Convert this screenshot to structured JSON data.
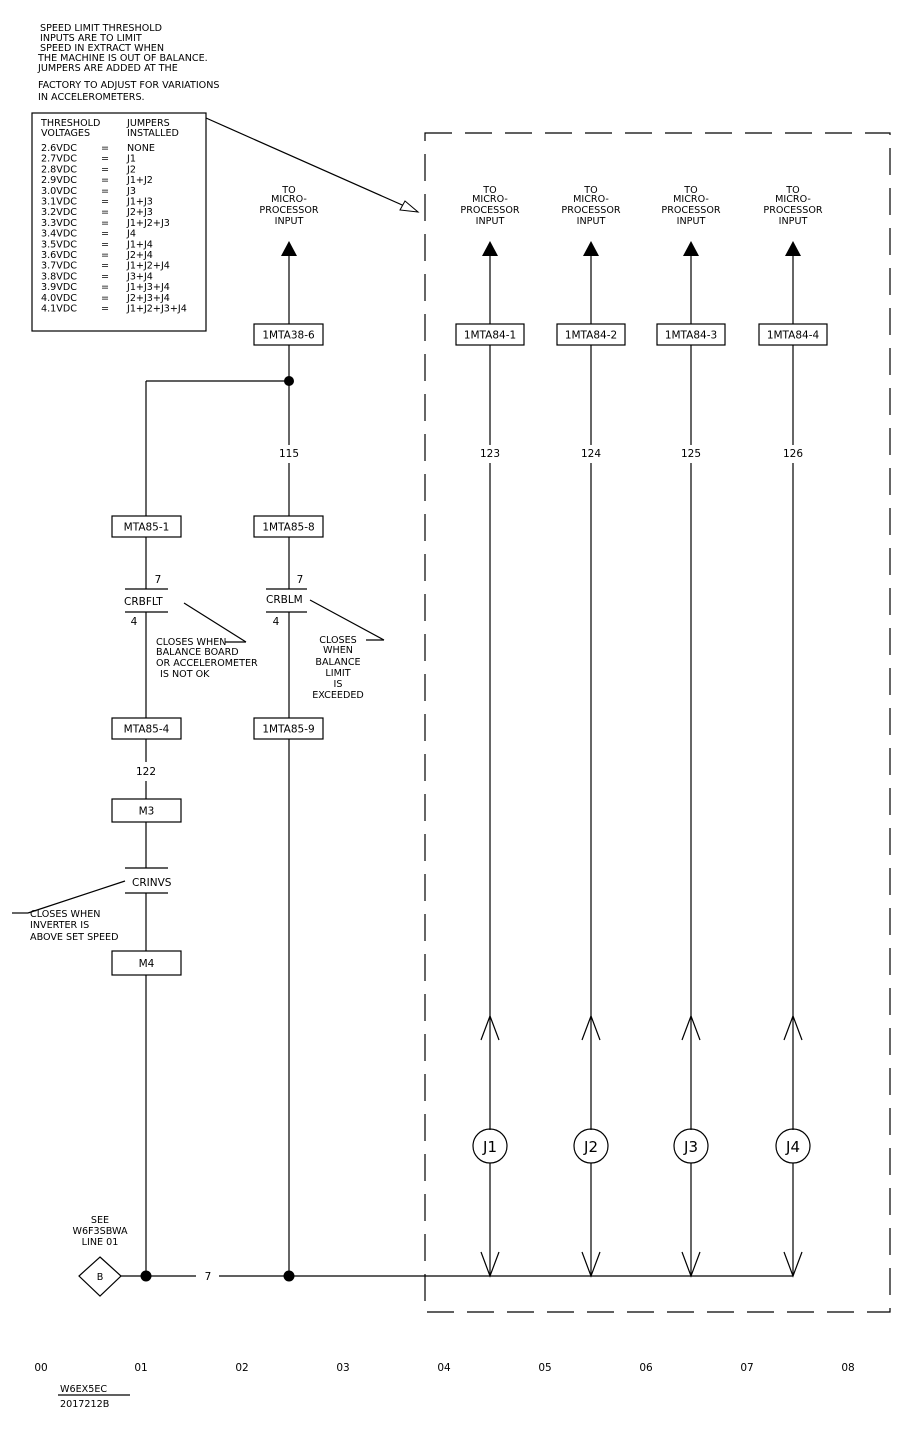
{
  "header_note": [
    "SPEED LIMIT THRESHOLD",
    "INPUTS ARE TO LIMIT",
    "SPEED IN EXTRACT WHEN",
    "THE MACHINE IS OUT OF BALANCE.",
    "JUMPERS ARE ADDED AT THE",
    "FACTORY TO ADJUST FOR VARIATIONS",
    "IN ACCELEROMETERS."
  ],
  "threshold_table": {
    "header_voltage": [
      "THRESHOLD",
      "VOLTAGES"
    ],
    "header_jumpers": [
      "JUMPERS",
      "INSTALLED"
    ],
    "rows": [
      {
        "v": "2.6VDC",
        "eq": "=",
        "j": "NONE"
      },
      {
        "v": "2.7VDC",
        "eq": "=",
        "j": "J1"
      },
      {
        "v": "2.8VDC",
        "eq": "=",
        "j": "J2"
      },
      {
        "v": "2.9VDC",
        "eq": "=",
        "j": "J1+J2"
      },
      {
        "v": "3.0VDC",
        "eq": "=",
        "j": "J3"
      },
      {
        "v": "3.1VDC",
        "eq": "=",
        "j": "J1+J3"
      },
      {
        "v": "3.2VDC",
        "eq": "=",
        "j": "J2+J3"
      },
      {
        "v": "3.3VDC",
        "eq": "=",
        "j": "J1+J2+J3"
      },
      {
        "v": "3.4VDC",
        "eq": "=",
        "j": "J4"
      },
      {
        "v": "3.5VDC",
        "eq": "=",
        "j": "J1+J4"
      },
      {
        "v": "3.6VDC",
        "eq": "=",
        "j": "J2+J4"
      },
      {
        "v": "3.7VDC",
        "eq": "=",
        "j": "J1+J2+J4"
      },
      {
        "v": "3.8VDC",
        "eq": "=",
        "j": "J3+J4"
      },
      {
        "v": "3.9VDC",
        "eq": "=",
        "j": "J1+J3+J4"
      },
      {
        "v": "4.0VDC",
        "eq": "=",
        "j": "J2+J3+J4"
      },
      {
        "v": "4.1VDC",
        "eq": "=",
        "j": "J1+J2+J3+J4"
      }
    ]
  },
  "to_micro": [
    "TO",
    "MICRO-",
    "PROCESSOR",
    "INPUT"
  ],
  "terminals": {
    "t_38_6": "1MTA38-6",
    "t_84_1": "1MTA84-1",
    "t_84_2": "1MTA84-2",
    "t_84_3": "1MTA84-3",
    "t_84_4": "1MTA84-4",
    "t_85_1": "MTA85-1",
    "t_85_8": "1MTA85-8",
    "t_85_4": "MTA85-4",
    "t_85_9": "1MTA85-9",
    "m3": "M3",
    "m4": "M4"
  },
  "wires": {
    "w115": "115",
    "w123": "123",
    "w124": "124",
    "w125": "125",
    "w126": "126",
    "w122": "122",
    "w7": "7"
  },
  "contacts": {
    "crbflt": {
      "name": "CRBFLT",
      "top": "7",
      "bottom": "4"
    },
    "crblm": {
      "name": "CRBLM",
      "top": "7",
      "bottom": "4"
    },
    "crinvs": {
      "name": "CRINVS"
    }
  },
  "notes": {
    "crbflt": [
      "CLOSES WHEN",
      "BALANCE BOARD",
      "OR ACCELEROMETER",
      "IS NOT OK"
    ],
    "crblm": [
      "CLOSES",
      "WHEN",
      "BALANCE",
      "LIMIT",
      "IS",
      "EXCEEDED"
    ],
    "crinvs": [
      "CLOSES WHEN",
      "INVERTER IS",
      "ABOVE SET SPEED"
    ]
  },
  "jumpers": [
    "J1",
    "J2",
    "J3",
    "J4"
  ],
  "see_ref": [
    "SEE",
    "W6F3SBWA",
    "LINE 01"
  ],
  "diamond_label": "B",
  "columns": [
    "00",
    "01",
    "02",
    "03",
    "04",
    "05",
    "06",
    "07",
    "08"
  ],
  "drawing_ids": [
    "W6EX5EC",
    "2017212B"
  ]
}
